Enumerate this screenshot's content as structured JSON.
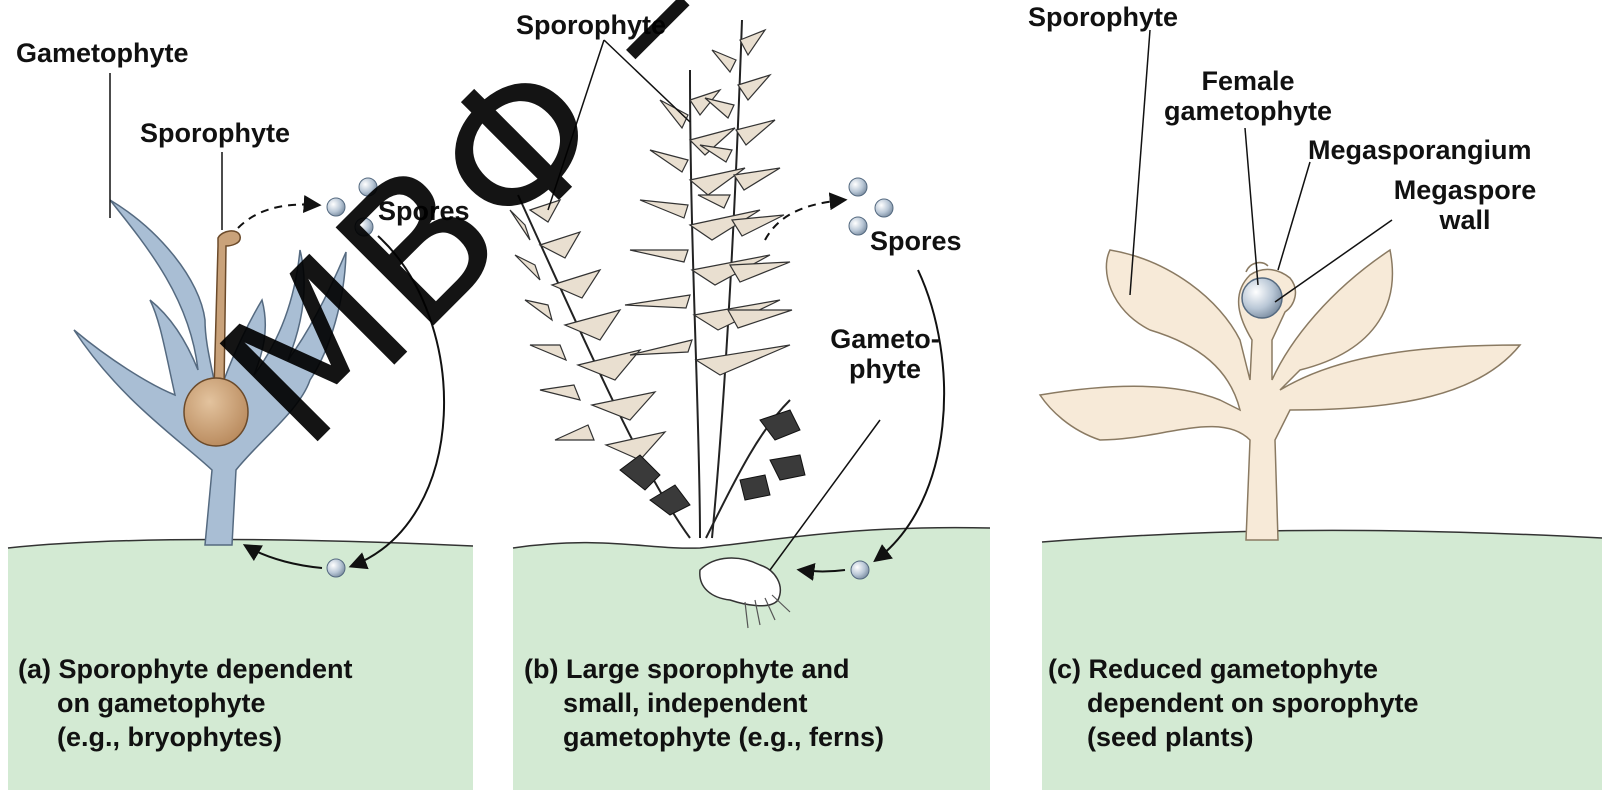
{
  "panel_a": {
    "labels": {
      "gametophyte": "Gametophyte",
      "sporophyte": "Sporophyte",
      "spores": "Spores"
    },
    "caption": {
      "letter": "(a)",
      "lines": [
        "Sporophyte dependent",
        "on gametophyte",
        "(e.g., bryophytes)"
      ]
    }
  },
  "panel_b": {
    "labels": {
      "sporophyte": "Sporophyte",
      "spores": "Spores",
      "gametophyte_line1": "Gameto-",
      "gametophyte_line2": "phyte"
    },
    "caption": {
      "letter": "(b)",
      "lines": [
        "Large sporophyte and",
        "small, independent",
        "gametophyte (e.g., ferns)"
      ]
    }
  },
  "panel_c": {
    "labels": {
      "sporophyte": "Sporophyte",
      "female_gametophyte_line1": "Female",
      "female_gametophyte_line2": "gametophyte",
      "megasporangium": "Megasporangium",
      "megaspore_wall_line1": "Megaspore",
      "megaspore_wall_line2": "wall"
    },
    "caption": {
      "letter": "(c)",
      "lines": [
        "Reduced gametophyte",
        "dependent on sporophyte",
        "(seed plants)"
      ]
    }
  },
  "watermark": "ΜΒΦ – παραλαβή",
  "colors": {
    "soil": "#d3ead3",
    "gametophyte_blue": "#a9bed4",
    "sporophyte_tan": "#c9a27a",
    "seed_plant": "#f7ead8",
    "spore": "#b9c7d6"
  }
}
